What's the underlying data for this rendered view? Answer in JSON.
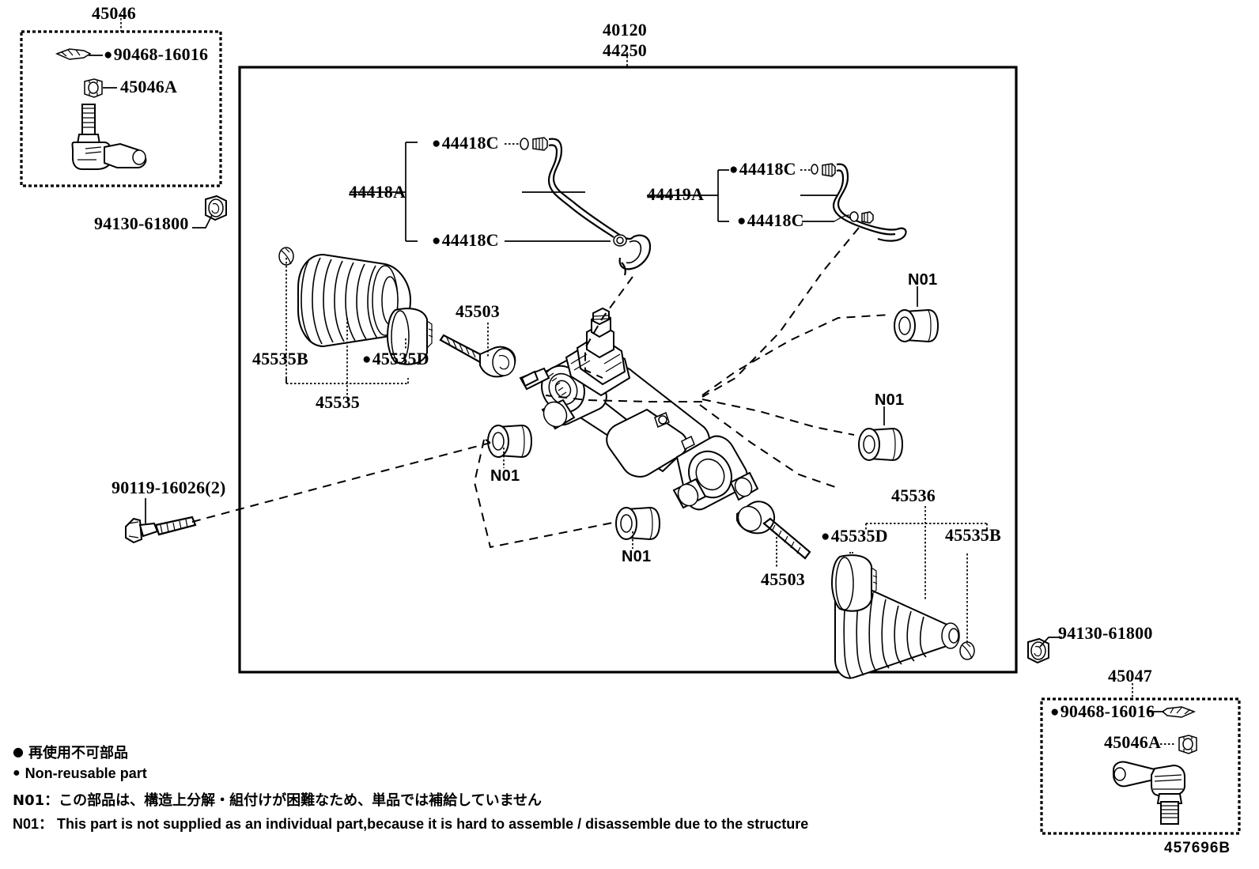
{
  "diagram": {
    "id_code": "457696B",
    "main_title_line1": "40120",
    "main_title_line2": "44250"
  },
  "inset_top_left": {
    "title": "45046",
    "items": [
      {
        "label": "90468-16016",
        "has_bullet": true
      },
      {
        "label": "45046A",
        "has_bullet": false
      }
    ],
    "external_label": "94130-61800"
  },
  "inset_bottom_right": {
    "title": "45047",
    "items": [
      {
        "label": "90468-16016",
        "has_bullet": true
      },
      {
        "label": "45046A",
        "has_bullet": false
      }
    ],
    "external_label": "94130-61800"
  },
  "main": {
    "tube_group_left": {
      "group_label": "44418A",
      "members": [
        {
          "label": "44418C",
          "has_bullet": true
        },
        {
          "label": "44418C",
          "has_bullet": true
        }
      ]
    },
    "tube_group_right": {
      "group_label": "44419A",
      "members": [
        {
          "label": "44418C",
          "has_bullet": true
        },
        {
          "label": "44418C",
          "has_bullet": true
        }
      ]
    },
    "boot_group_left": {
      "group_label": "45535",
      "clamp_big": "45535B",
      "clamp_small": "45535D",
      "clamp_small_has_bullet": true,
      "tie_rod": "45503"
    },
    "boot_group_right": {
      "group_label": "45536",
      "clamp_big": "45535B",
      "clamp_small": "45535D",
      "clamp_small_has_bullet": true,
      "tie_rod": "45503"
    },
    "bolt": "90119-16026(2)",
    "grommets": [
      {
        "label": "N01"
      },
      {
        "label": "N01"
      },
      {
        "label": "N01"
      },
      {
        "label": "N01"
      }
    ]
  },
  "legend": {
    "bullet_glyph": "●",
    "line1_jp": "再使用不可部品",
    "line2_en": "Non-reusable part",
    "line3_jp": "N01：この部品は、構造上分解・組付けが困難なため、単品では補給していません",
    "line4_en": "N01： This part is not supplied as an individual part,because it is hard to assemble / disassemble due to the structure"
  }
}
